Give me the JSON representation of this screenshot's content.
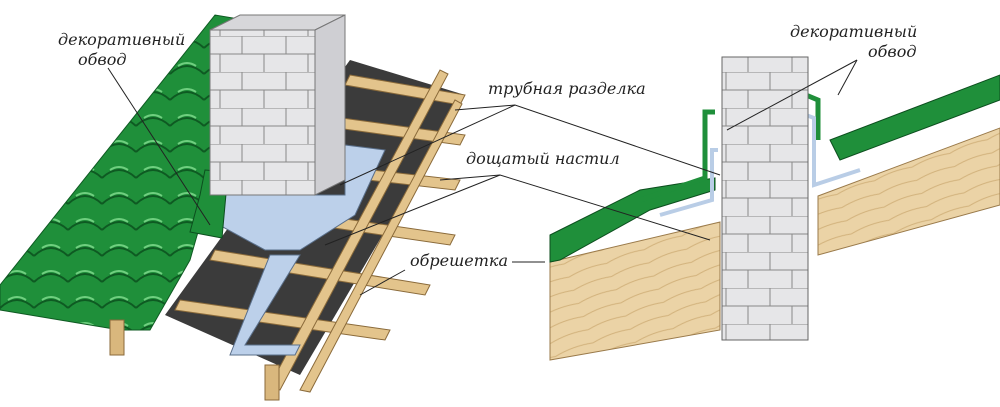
{
  "labels": {
    "left_flashing_line1": "декоративный",
    "left_flashing_line2": "обвод",
    "pipe_flashing": "трубная разделка",
    "board_deck": "дощатый настил",
    "battens": "обрешетка",
    "right_flashing_line1": "декоративный",
    "right_flashing_line2": "обвод"
  },
  "colors": {
    "tile_green": "#1f8f3a",
    "brick": "#e4e4e6",
    "wood": "#e8cfa0",
    "membrane": "#3a3a3a",
    "flashing": "#b9cde6"
  }
}
